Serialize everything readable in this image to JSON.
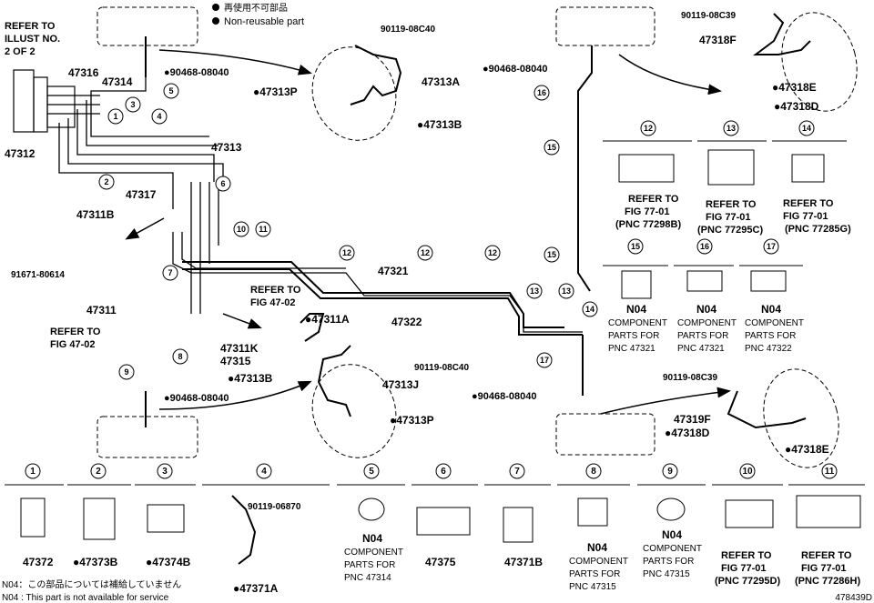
{
  "legend": {
    "reusable_jp": "再使用不可部品",
    "reusable_en": "Non-reusable part"
  },
  "refs": {
    "illust_line1": "REFER TO",
    "illust_line2": "ILLUST NO.",
    "illust_line3": "2 OF 2",
    "fig4702_a_line1": "REFER TO",
    "fig4702_a_line2": "FIG 47-02",
    "fig4702_b_line1": "REFER TO",
    "fig4702_b_line2": "FIG 47-02"
  },
  "parts": {
    "p47316": "47316",
    "p47314": "47314",
    "p90468_top": "●90468-08040",
    "p47312": "47312",
    "p47313": "47313",
    "p47317": "47317",
    "p47311B": "47311B",
    "p91671": "91671-80614",
    "p47311": "47311",
    "p47311K": "47311K",
    "p47315": "47315",
    "p47313B_left": "●47313B",
    "p90468_left_bottom": "●90468-08040",
    "p47311A": "●47311A",
    "p47321": "47321",
    "p47322": "47322",
    "p90119_08C40_top": "90119-08C40",
    "p47313A": "47313A",
    "p47313P_top": "●47313P",
    "p47313B_top": "●47313B",
    "p90119_08C40_mid": "90119-08C40",
    "p47313J": "47313J",
    "p47313P_bottom": "●47313P",
    "p90119_08C39_top": "90119-08C39",
    "p47318F": "47318F",
    "p47318E_top": "●47318E",
    "p47318D_top": "●47318D",
    "p90468_right_top": "●90468-08040",
    "p90468_right_bottom": "●90468-08040",
    "p90119_08C39_bottom": "90119-08C39",
    "p47319F": "47319F",
    "p47318D_bottom": "●47318D",
    "p47318E_bottom": "●47318E"
  },
  "callouts": [
    "1",
    "2",
    "3",
    "4",
    "5",
    "6",
    "7",
    "8",
    "9",
    "10",
    "11",
    "12",
    "13",
    "14",
    "15",
    "16",
    "17"
  ],
  "clamp_panels": [
    {
      "num": "12",
      "text": [
        "REFER TO",
        "FIG 77-01",
        "(PNC 77298B)"
      ]
    },
    {
      "num": "13",
      "text": [
        "REFER TO",
        "FIG 77-01",
        "(PNC 77295C)"
      ]
    },
    {
      "num": "14",
      "text": [
        "REFER TO",
        "FIG 77-01",
        "(PNC 77285G)"
      ]
    },
    {
      "num": "15",
      "text": [
        "N04",
        "COMPONENT",
        "PARTS FOR",
        "PNC 47321"
      ]
    },
    {
      "num": "16",
      "text": [
        "N04",
        "COMPONENT",
        "PARTS FOR",
        "PNC 47321"
      ]
    },
    {
      "num": "17",
      "text": [
        "N04",
        "COMPONENT",
        "PARTS FOR",
        "PNC 47322"
      ]
    }
  ],
  "bottom_panels": [
    {
      "num": "1",
      "text": [
        "47372"
      ]
    },
    {
      "num": "2",
      "text": [
        "●47373B"
      ]
    },
    {
      "num": "3",
      "text": [
        "●47374B"
      ]
    },
    {
      "num": "4",
      "text": [
        "90119-06870",
        "●47371A"
      ]
    },
    {
      "num": "5",
      "text": [
        "N04",
        "COMPONENT",
        "PARTS FOR",
        "PNC 47314"
      ]
    },
    {
      "num": "6",
      "text": [
        "47375"
      ]
    },
    {
      "num": "7",
      "text": [
        "47371B"
      ]
    },
    {
      "num": "8",
      "text": [
        "N04",
        "COMPONENT",
        "PARTS FOR",
        "PNC 47315"
      ]
    },
    {
      "num": "9",
      "text": [
        "N04",
        "COMPONENT",
        "PARTS FOR",
        "PNC 47315"
      ]
    },
    {
      "num": "10",
      "text": [
        "REFER TO",
        "FIG 77-01",
        "(PNC 77295D)"
      ]
    },
    {
      "num": "11",
      "text": [
        "REFER TO",
        "FIG 77-01",
        "(PNC 77286H)"
      ]
    }
  ],
  "footer": {
    "note_jp": "N04：この部品については補給していません",
    "note_en": "N04 : This part is not available for service",
    "diagram_id": "478439D"
  }
}
